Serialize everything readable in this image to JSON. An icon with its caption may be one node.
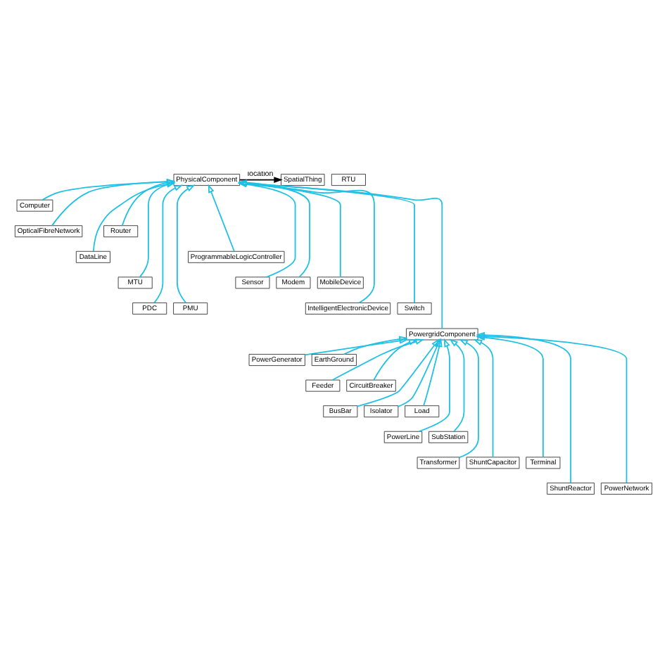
{
  "diagram": {
    "nodes": [
      {
        "text": [
          "PhysicalComponent"
        ]
      },
      {
        "text": [
          "SpatialThing"
        ]
      },
      {
        "text": [
          "Computer"
        ]
      },
      {
        "text": [
          "OpticalFibreNetwork"
        ]
      },
      {
        "text": [
          "DataLine"
        ]
      },
      {
        "text": [
          "Router"
        ]
      },
      {
        "text": [
          "MTU"
        ]
      },
      {
        "text": [
          "PDC"
        ]
      },
      {
        "text": [
          "PMU"
        ]
      },
      {
        "text": [
          "RTU"
        ]
      },
      {
        "text": [
          "ProgrammableLogicController"
        ]
      },
      {
        "text": [
          "Sensor"
        ]
      },
      {
        "text": [
          "Modem"
        ]
      },
      {
        "text": [
          "MobileDevice"
        ]
      },
      {
        "text": [
          "IntelligentElectronicDevice"
        ]
      },
      {
        "text": [
          "Switch"
        ]
      },
      {
        "text": [
          "PowergridComponent"
        ]
      },
      {
        "text": [
          "PowerGenerator"
        ]
      },
      {
        "text": [
          "EarthGround"
        ]
      },
      {
        "text": [
          "Feeder"
        ]
      },
      {
        "text": [
          "CircuitBreaker"
        ]
      },
      {
        "text": [
          "BusBar"
        ]
      },
      {
        "text": [
          "Isolator"
        ]
      },
      {
        "text": [
          "Load"
        ]
      },
      {
        "text": [
          "PowerLine"
        ]
      },
      {
        "text": [
          "SubStation"
        ]
      },
      {
        "text": [
          "Transformer"
        ]
      },
      {
        "text": [
          "ShuntCapacitor"
        ]
      },
      {
        "text": [
          "Terminal"
        ]
      },
      {
        "text": [
          "ShuntReactor"
        ]
      },
      {
        "text": [
          "PowerNetwork"
        ]
      }
    ],
    "edges": [
      {
        "from": 0,
        "to": 1,
        "arrow": "to",
        "label": "location",
        "color": "#000000"
      },
      {
        "from": 2,
        "to": 0,
        "arrow": "to"
      },
      {
        "from": 3,
        "to": 0,
        "arrow": "to"
      },
      {
        "from": 4,
        "to": 0,
        "arrow": "to"
      },
      {
        "from": 5,
        "to": 0,
        "arrow": "to"
      },
      {
        "from": 6,
        "to": 0,
        "arrow": "to"
      },
      {
        "from": 7,
        "to": 0,
        "arrow": "to"
      },
      {
        "from": 8,
        "to": 0,
        "arrow": "to"
      },
      {
        "from": 10,
        "to": 0,
        "arrow": "to"
      },
      {
        "from": 11,
        "to": 0,
        "arrow": "to"
      },
      {
        "from": 12,
        "to": 0,
        "arrow": "to"
      },
      {
        "from": 13,
        "to": 0,
        "arrow": "to"
      },
      {
        "from": 14,
        "to": 0,
        "arrow": "to"
      },
      {
        "from": 15,
        "to": 0,
        "arrow": "to"
      },
      {
        "from": 16,
        "to": 0,
        "arrow": "to"
      },
      {
        "from": 17,
        "to": 16,
        "arrow": "to"
      },
      {
        "from": 18,
        "to": 16,
        "arrow": "to"
      },
      {
        "from": 19,
        "to": 16,
        "arrow": "to"
      },
      {
        "from": 20,
        "to": 16,
        "arrow": "to"
      },
      {
        "from": 21,
        "to": 16,
        "arrow": "to"
      },
      {
        "from": 22,
        "to": 16,
        "arrow": "to"
      },
      {
        "from": 23,
        "to": 16,
        "arrow": "to"
      },
      {
        "from": 24,
        "to": 16,
        "arrow": "to"
      },
      {
        "from": 25,
        "to": 16,
        "arrow": "to"
      },
      {
        "from": 26,
        "to": 16,
        "arrow": "to"
      },
      {
        "from": 27,
        "to": 16,
        "arrow": "to"
      },
      {
        "from": 28,
        "to": 16,
        "arrow": "to"
      },
      {
        "from": 29,
        "to": 16,
        "arrow": "to"
      },
      {
        "from": 30,
        "to": 16,
        "arrow": "to"
      }
    ]
  }
}
